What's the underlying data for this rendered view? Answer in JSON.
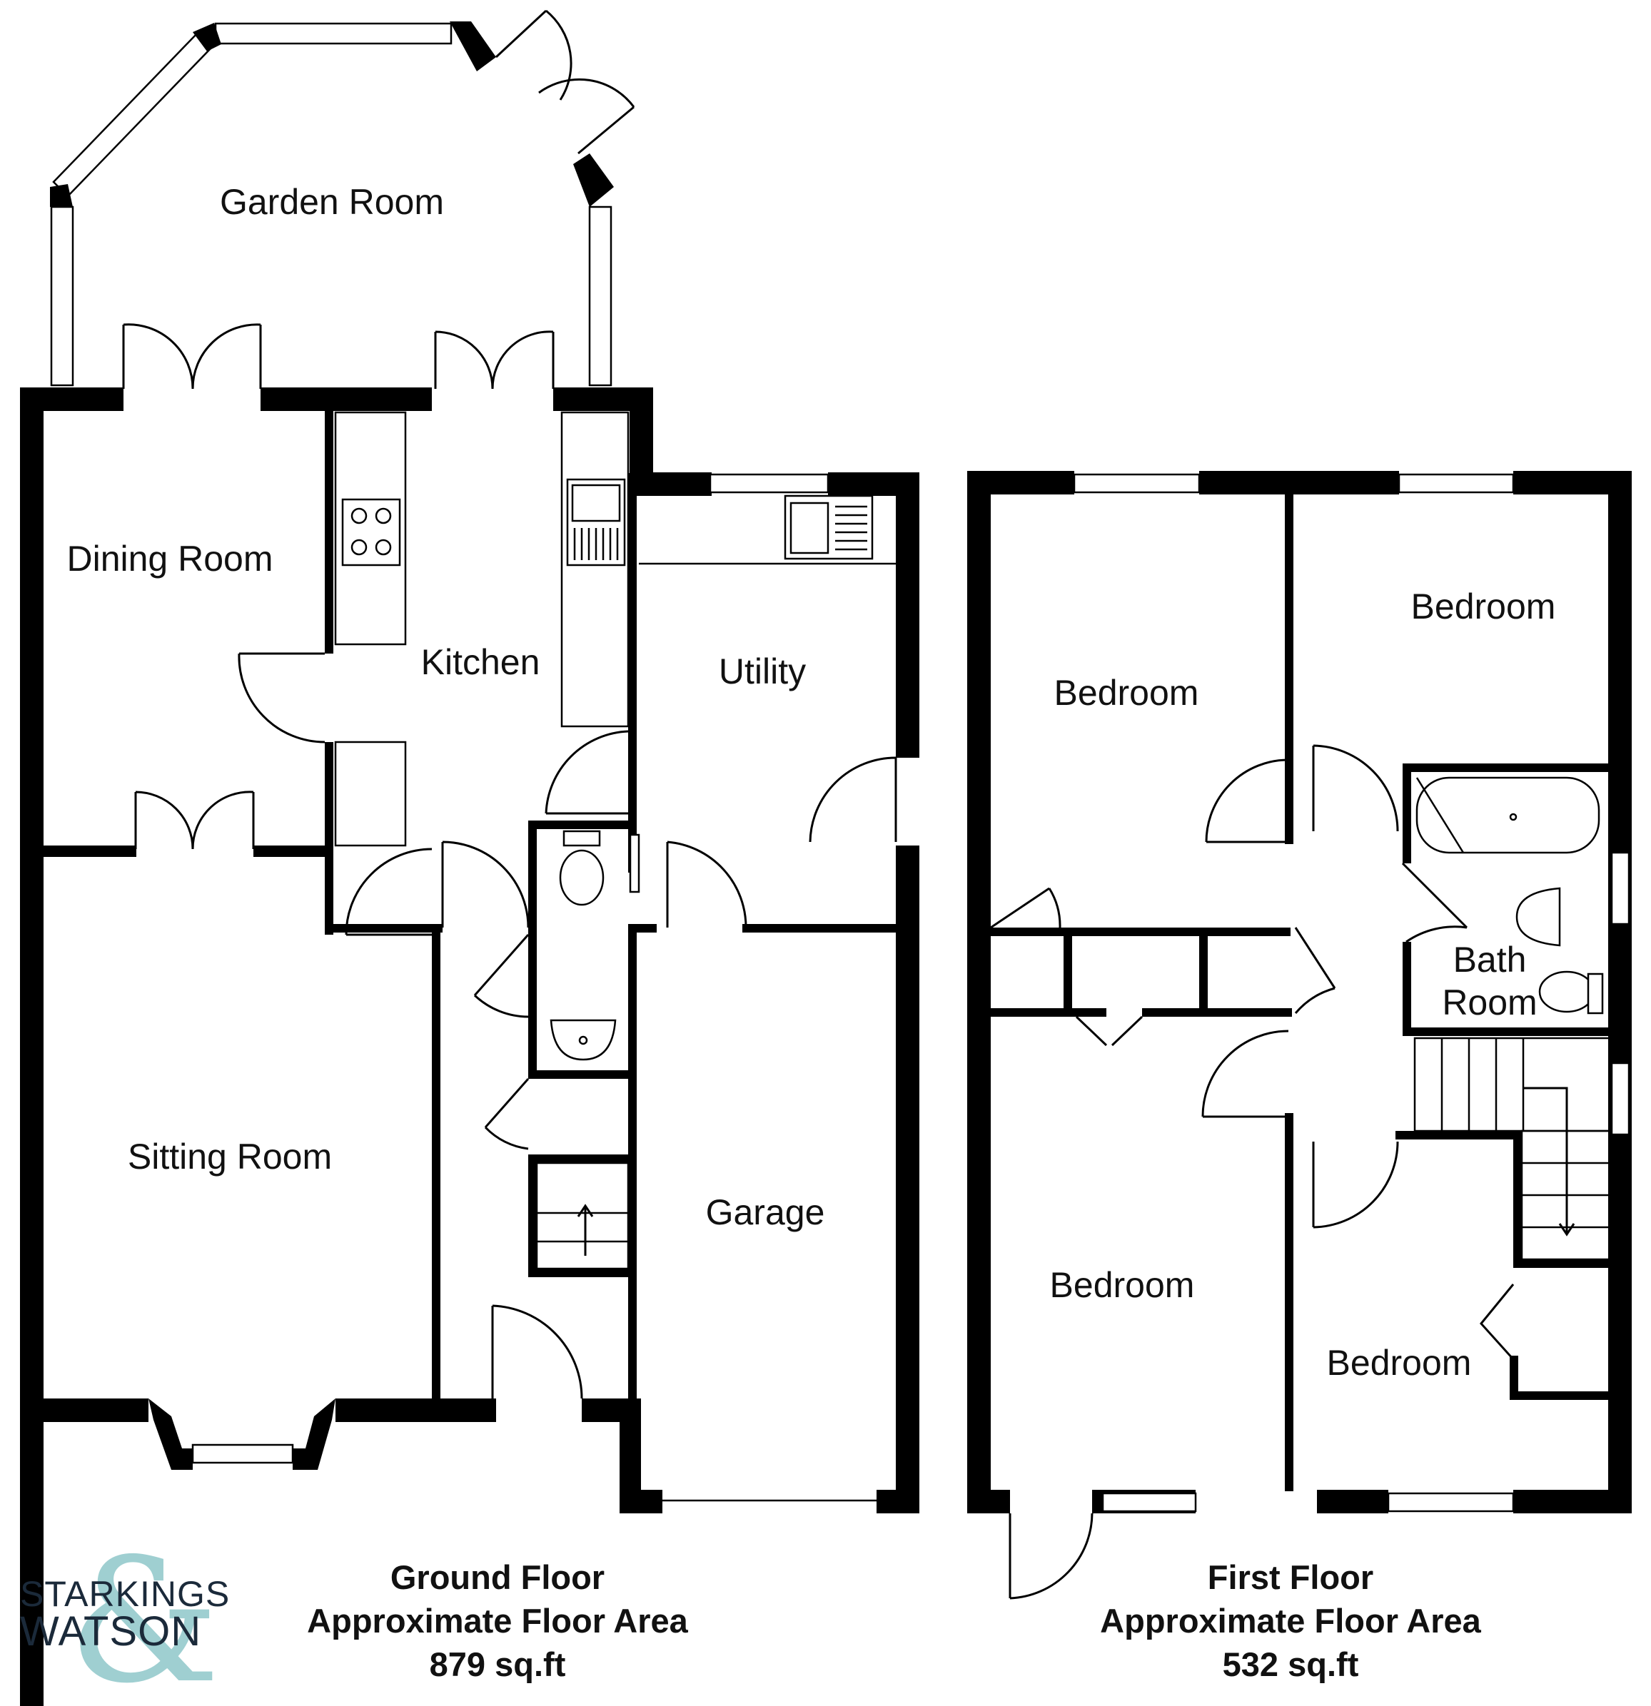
{
  "rooms": {
    "garden_room": "Garden Room",
    "dining_room": "Dining Room",
    "kitchen": "Kitchen",
    "utility": "Utility",
    "sitting_room": "Sitting Room",
    "garage": "Garage",
    "bedroom_1": "Bedroom",
    "bedroom_2": "Bedroom",
    "bedroom_3": "Bedroom",
    "bedroom_4": "Bedroom",
    "bath_room_line1": "Bath",
    "bath_room_line2": "Room"
  },
  "ground_floor": {
    "title": "Ground Floor",
    "subtitle": "Approximate Floor Area",
    "area": "879 sq.ft"
  },
  "first_floor": {
    "title": "First Floor",
    "subtitle": "Approximate Floor Area",
    "area": "532 sq.ft"
  },
  "logo": {
    "line1": "STARKINGS",
    "line2": "WATSON",
    "ampersand": "&",
    "accent_color": "#8fc7c9",
    "text_color": "#1b2a3a"
  }
}
